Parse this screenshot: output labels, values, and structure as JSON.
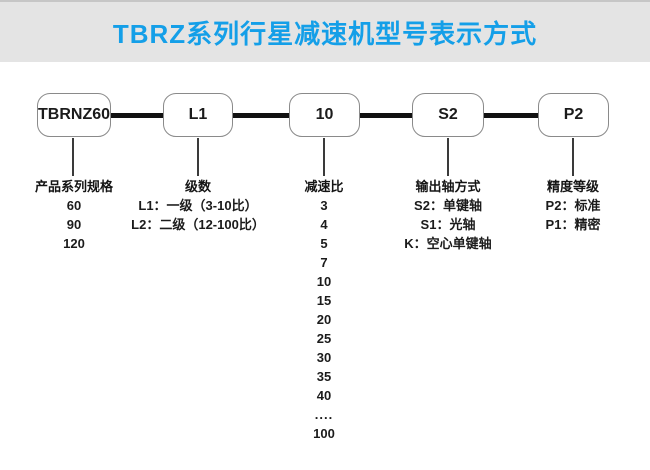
{
  "header": {
    "title": "TBRZ系列行星减速机型号表示方式",
    "band_color": "#e4e4e4",
    "title_color": "#149fe8"
  },
  "model_boxes": [
    {
      "label": "TBRNZ60"
    },
    {
      "label": "L1"
    },
    {
      "label": "10"
    },
    {
      "label": "S2"
    },
    {
      "label": "P2"
    }
  ],
  "columns": [
    {
      "header": "产品系列规格",
      "items": [
        "60",
        "90",
        "120"
      ]
    },
    {
      "header": "级数",
      "items": [
        "L1：一级（3-10比）",
        "L2：二级（12-100比）"
      ]
    },
    {
      "header": "减速比",
      "items": [
        "3",
        "4",
        "5",
        "7",
        "10",
        "15",
        "20",
        "25",
        "30",
        "35",
        "40",
        "....",
        "100"
      ]
    },
    {
      "header": "输出轴方式",
      "items": [
        "S2：单键轴",
        "S1：光轴",
        "K：空心单键轴"
      ]
    },
    {
      "header": "精度等级",
      "items": [
        "P2：标准",
        "P1：精密"
      ]
    }
  ]
}
